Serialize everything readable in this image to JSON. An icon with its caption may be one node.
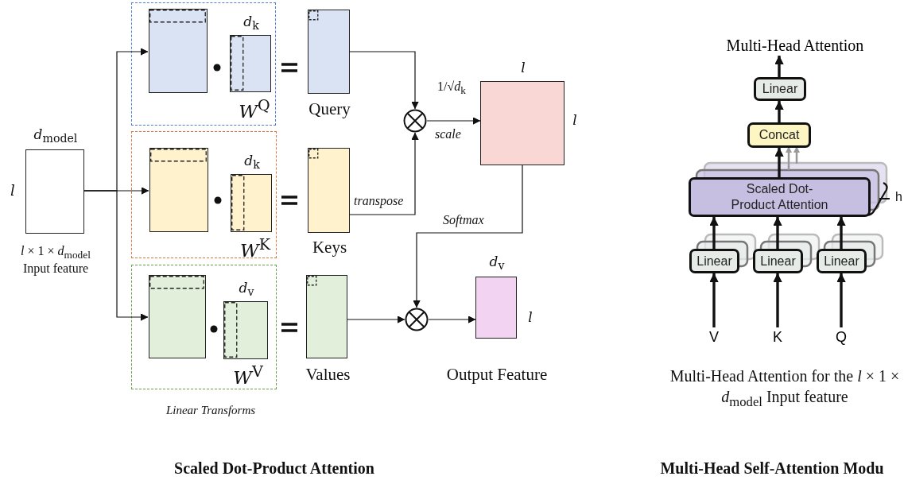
{
  "diagram": {
    "nodes": [
      {
        "text": [
          "*d*$_{model}$",
          "*l*",
          "*l* × 1 × *d*$_{model}$ Input feature"
        ]
      },
      {
        "text": [],
        "shape": "box"
      },
      {
        "text": [],
        "shape": "box",
        "in": 1
      },
      {
        "text": [
          "*d*$_{k}$",
          "*W*$^{Q}$"
        ],
        "in": 1
      },
      {
        "text": [
          "Query"
        ]
      },
      {
        "text": [],
        "shape": "box"
      },
      {
        "text": [],
        "shape": "box",
        "in": 5
      },
      {
        "text": [
          "*d*$_{k}$",
          "*W*$^{K}$"
        ],
        "in": 5
      },
      {
        "text": [
          "Keys"
        ]
      },
      {
        "text": [],
        "shape": "box"
      },
      {
        "text": [],
        "shape": "box",
        "in": 9
      },
      {
        "text": [
          "*d*$_{v}$",
          "*W*$^{V}$"
        ],
        "in": 9
      },
      {
        "text": [
          "Values"
        ]
      },
      {
        "text": [],
        "shape": "circle"
      },
      {
        "text": [
          "*l*",
          "*l*"
        ]
      },
      {
        "text": [],
        "shape": "circle"
      },
      {
        "text": [
          "*d*$_{v}$",
          "*l*",
          "Output Feature"
        ]
      },
      {
        "text": [
          "Multi-Head Attention"
        ]
      },
      {
        "text": [
          "Linear"
        ]
      },
      {
        "text": [
          "Concat"
        ]
      },
      {
        "text": [
          "Scaled Dot-Product Attention"
        ],
        "beside": [
          "h"
        ]
      },
      {
        "text": [
          "Linear"
        ]
      },
      {
        "text": [
          "Linear"
        ]
      },
      {
        "text": [
          "Linear"
        ]
      },
      {
        "text": [
          "V"
        ]
      },
      {
        "text": [
          "K"
        ]
      },
      {
        "text": [
          "Q"
        ]
      }
    ],
    "edges": [
      {
        "from": 0,
        "to": 2,
        "arrow": "to"
      },
      {
        "from": 0,
        "to": 6,
        "arrow": "to"
      },
      {
        "from": 0,
        "to": 10,
        "arrow": "to"
      },
      {
        "from": 4,
        "to": 13,
        "arrow": "to"
      },
      {
        "from": 8,
        "to": 13,
        "arrow": "to",
        "label": "transpose"
      },
      {
        "from": 13,
        "to": 14,
        "arrow": "to",
        "label": "scale"
      },
      {
        "from": 14,
        "to": 15,
        "arrow": "to",
        "label": "Softmax"
      },
      {
        "from": 12,
        "to": 15,
        "arrow": "to"
      },
      {
        "from": 15,
        "to": 16,
        "arrow": "to"
      },
      {
        "from": 24,
        "to": 21,
        "arrow": "to",
        "style": "thick"
      },
      {
        "from": 25,
        "to": 22,
        "arrow": "to",
        "style": "thick"
      },
      {
        "from": 26,
        "to": 23,
        "arrow": "to",
        "style": "thick"
      },
      {
        "from": 21,
        "to": 20,
        "arrow": "to",
        "style": "thick"
      },
      {
        "from": 22,
        "to": 20,
        "arrow": "to",
        "style": "thick"
      },
      {
        "from": 23,
        "to": 20,
        "arrow": "to",
        "style": "thick"
      },
      {
        "from": 20,
        "to": 19,
        "arrow": "to",
        "style": "thick"
      },
      {
        "from": 19,
        "to": 18,
        "arrow": "to",
        "style": "thick"
      },
      {
        "from": 18,
        "to": 17,
        "arrow": "to",
        "style": "thick"
      }
    ],
    "labels": [
      "1/√*d*$_{k}$",
      "Linear Transforms",
      "Multi-Head Attention for the *l* × 1 × *d*$_{model}$ Input feature",
      "Scaled Dot-Product Attention",
      "Multi-Head Self-Attention Modu"
    ]
  }
}
